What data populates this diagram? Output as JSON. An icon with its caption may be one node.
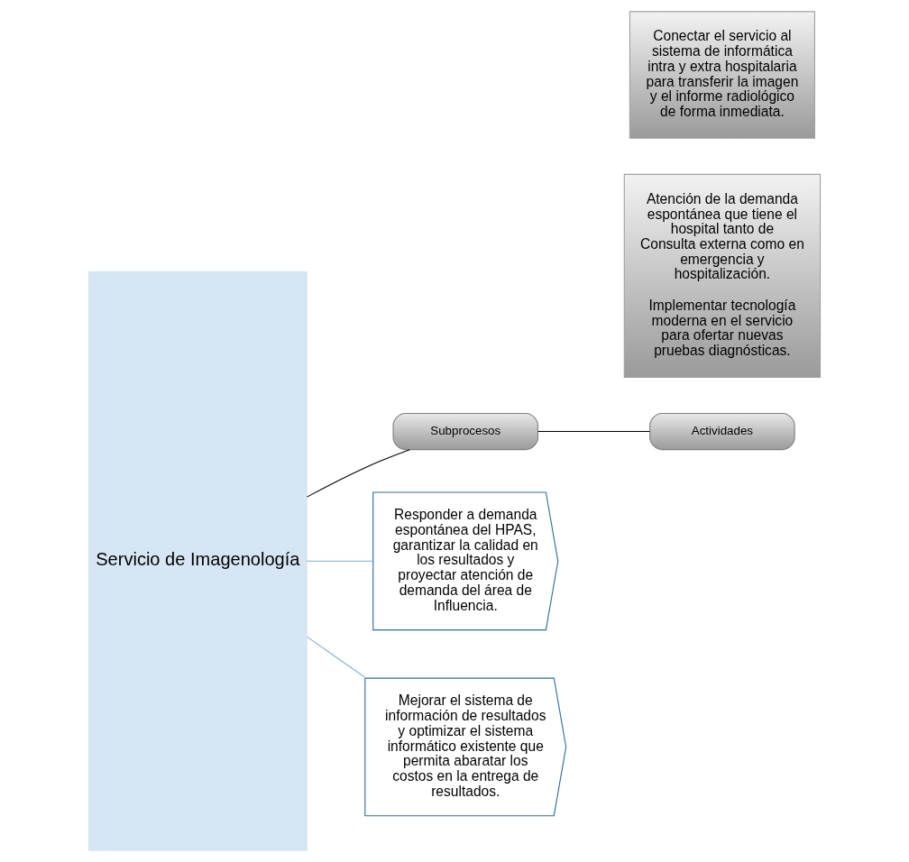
{
  "diagram": {
    "nodes": [
      {
        "text": [
          "Servicio de Imagenología"
        ]
      },
      {
        "text": [
          "Subprocesos"
        ]
      },
      {
        "text": [
          "Actividades"
        ]
      },
      {
        "text": [
          "Responder a demanda espontánea del HPAS, garantizar la calidad en los resultados y proyectar atención de demanda del área de Influencia."
        ]
      },
      {
        "text": [
          "Atención de la demanda espontánea que tiene el hospital tanto de Consulta externa como en emergencia y hospitalización.",
          "Implementar tecnología moderna en el servicio para ofertar nuevas pruebas diagnósticas."
        ]
      },
      {
        "text": [
          "Mejorar el sistema de información de resultados y optimizar el sistema informático existente que permita abaratar los costos en la entrega de resultados."
        ]
      },
      {
        "text": [
          "Conectar el servicio al sistema de informática intra y extra hospitalaria para transferir la imagen y el informe radiológico de forma inmediata."
        ]
      }
    ],
    "edges": [
      {
        "from": 0,
        "to": 1,
        "arrow": "none"
      },
      {
        "from": 1,
        "to": 2,
        "arrow": "none"
      },
      {
        "from": 0,
        "to": 3,
        "arrow": "none",
        "color": "#7fb2d9"
      },
      {
        "from": 0,
        "to": 5,
        "arrow": "none",
        "color": "#7fb2d9"
      }
    ]
  }
}
